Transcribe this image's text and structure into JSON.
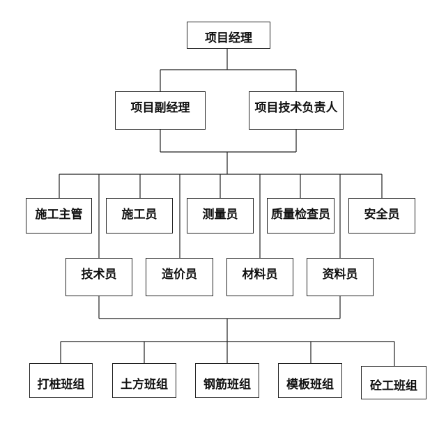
{
  "org_chart": {
    "root": {
      "label": "项目经理"
    },
    "level2": [
      {
        "id": "deputy-pm",
        "label": "项目副经理"
      },
      {
        "id": "tech-lead",
        "label": "项目技术负责人"
      }
    ],
    "staff_row1": [
      {
        "id": "construction-supervisor",
        "label": "施工主管"
      },
      {
        "id": "constructor",
        "label": "施工员"
      },
      {
        "id": "surveyor",
        "label": "测量员"
      },
      {
        "id": "quality-inspector",
        "label": "质量检查员"
      },
      {
        "id": "safety-officer",
        "label": "安全员"
      }
    ],
    "staff_row2": [
      {
        "id": "technician",
        "label": "技术员"
      },
      {
        "id": "cost-estimator",
        "label": "造价员"
      },
      {
        "id": "material-clerk",
        "label": "材料员"
      },
      {
        "id": "document-clerk",
        "label": "资料员"
      }
    ],
    "teams": [
      {
        "id": "piling-team",
        "label": "打桩班组"
      },
      {
        "id": "earthwork-team",
        "label": "土方班组"
      },
      {
        "id": "rebar-team",
        "label": "钢筋班组"
      },
      {
        "id": "formwork-team",
        "label": "模板班组"
      },
      {
        "id": "concrete-team",
        "label": "砼工班组"
      }
    ]
  }
}
